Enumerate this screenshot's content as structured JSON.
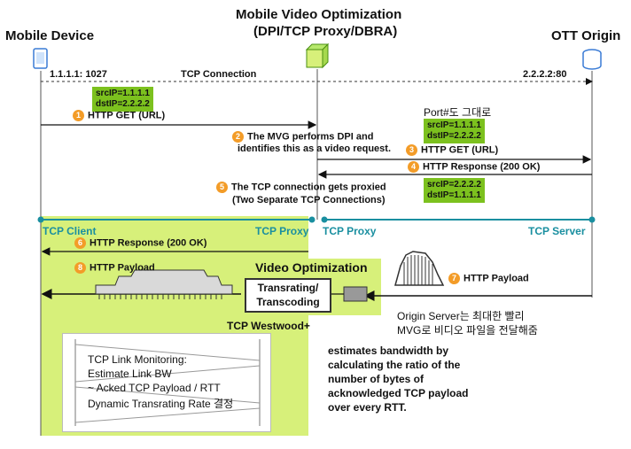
{
  "header": {
    "mvo_title_line1": "Mobile Video Optimization",
    "mvo_title_line2": "(DPI/TCP Proxy/DBRA)",
    "mobile_device": "Mobile Device",
    "ott_origin": "OTT Origin"
  },
  "connection": {
    "client_addr": "1.1.1.1: 1027",
    "label": "TCP Connection",
    "server_addr": "2.2.2.2:80"
  },
  "steps": {
    "s1_src": "srcIP=1.1.1.1",
    "s1_dst": "dstIP=2.2.2.2",
    "s1_num": "1",
    "s1_label": "HTTP GET (URL)",
    "port_note": "Port#도 그대로",
    "s3_src": "srcIP=1.1.1.1",
    "s3_dst": "dstIP=2.2.2.2",
    "s2_num": "2",
    "s2_line1": "The MVG performs DPI and",
    "s2_line2": "identifies this as a video request.",
    "s3_num": "3",
    "s3_label": "HTTP GET (URL)",
    "s4_num": "4",
    "s4_label": "HTTP Response (200 OK)",
    "s4_src": "srcIP=2.2.2.2",
    "s4_dst": "dstIP=1.1.1.1",
    "s5_num": "5",
    "s5_line1": "The TCP connection gets proxied",
    "s5_line2": "(Two Separate TCP Connections)"
  },
  "lanes": {
    "tcp_client": "TCP Client",
    "tcp_proxy_left": "TCP Proxy",
    "tcp_proxy_right": "TCP Proxy",
    "tcp_server": "TCP Server"
  },
  "bottom": {
    "s6_num": "6",
    "s6_label": "HTTP Response (200 OK)",
    "s8_num": "8",
    "s8_label": "HTTP Payload",
    "s7_num": "7",
    "s7_label": "HTTP Payload",
    "video_opt_title": "Video Optimization",
    "transrating_line1": "Transrating/",
    "transrating_line2": "Transcoding",
    "origin_note_line1": "Origin Server는 최대한 빨리",
    "origin_note_line2": "MVG로 비디오 파일을 전달해줌",
    "westwood": "TCP Westwood+",
    "monitor_line1": "TCP Link Monitoring:",
    "monitor_line2": "Estimate Link BW",
    "monitor_line3": "~ Acked TCP Payload / RTT",
    "monitor_line4": "Dynamic Transrating Rate 결정",
    "estimate_line1": "estimates bandwidth by",
    "estimate_line2": "calculating the ratio of the",
    "estimate_line3": "number of bytes of",
    "estimate_line4": "acknowledged TCP payload",
    "estimate_line5": "over every RTT."
  },
  "colors": {
    "green_tag": "#7cc11e",
    "green_bg": "#d7f07a",
    "teal": "#1a8fa0",
    "orange_num": "#f39c28"
  }
}
